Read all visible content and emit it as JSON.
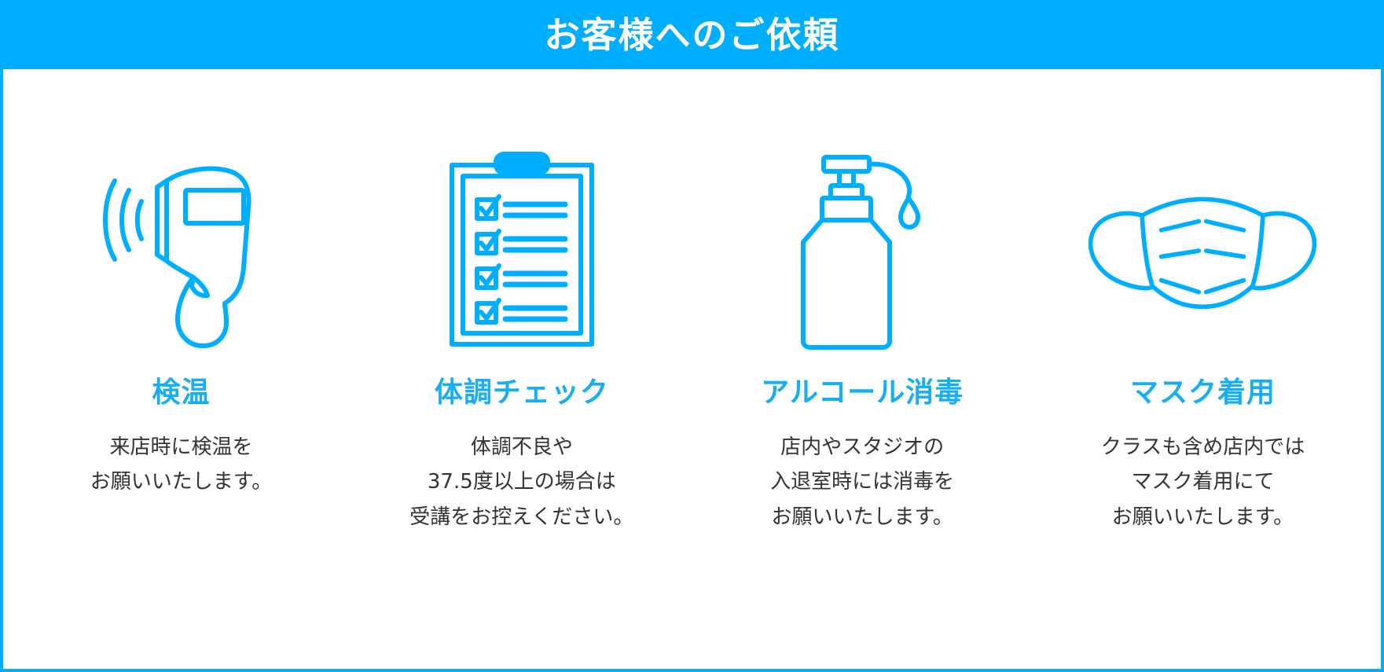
{
  "header": {
    "title": "お客様へのご依頼",
    "background_color": "#00AEFF",
    "text_color": "#FFFFFF"
  },
  "panel": {
    "border_color": "#00AEFF",
    "background_color": "#FFFFFF"
  },
  "theme": {
    "accent_color": "#00AEFF",
    "heading_color": "#18AEF4",
    "body_text_color": "#333333"
  },
  "columns": [
    {
      "icon": "thermometer-gun-icon",
      "title": "検温",
      "body_lines": [
        "来店時に検温を",
        "お願いいたします。"
      ]
    },
    {
      "icon": "clipboard-checklist-icon",
      "title": "体調チェック",
      "body_lines": [
        "体調不良や",
        "37.5度以上の場合は",
        "受講をお控えください。"
      ]
    },
    {
      "icon": "sanitizer-pump-bottle-icon",
      "title": "アルコール消毒",
      "body_lines": [
        "店内やスタジオの",
        "入退室時には消毒を",
        "お願いいたします。"
      ]
    },
    {
      "icon": "face-mask-icon",
      "title": "マスク着用",
      "body_lines": [
        "クラスも含め店内では",
        "マスク着用にて",
        "お願いいたします。"
      ]
    }
  ]
}
